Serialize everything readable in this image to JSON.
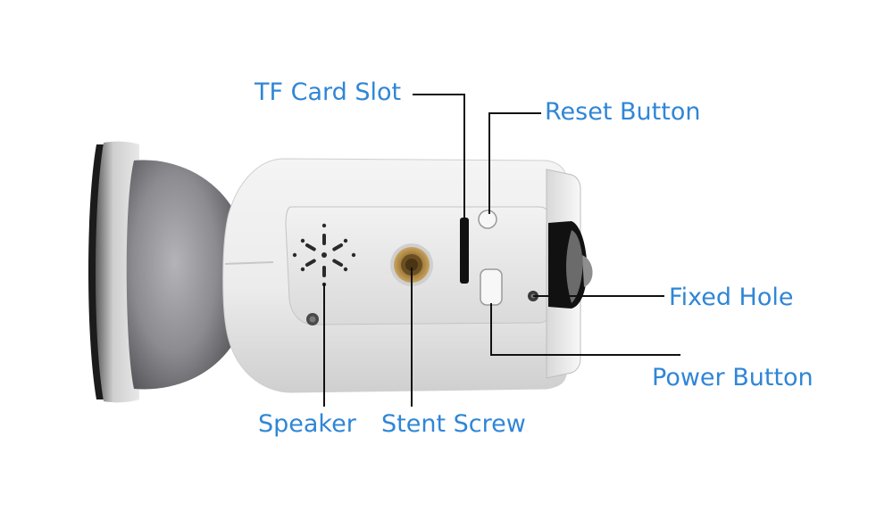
{
  "labels": {
    "tf_card_slot": "TF Card Slot",
    "reset_button": "Reset Button",
    "fixed_hole": "Fixed Hole",
    "power_button": "Power Button",
    "speaker": "Speaker",
    "stent_screw": "Stent Screw"
  },
  "colors": {
    "label_text": "#2f86d6",
    "leader_line": "#111111",
    "camera_body": "#eeeeee",
    "mount_dome": "#8f8f93",
    "lens": "#1a1a1a"
  }
}
